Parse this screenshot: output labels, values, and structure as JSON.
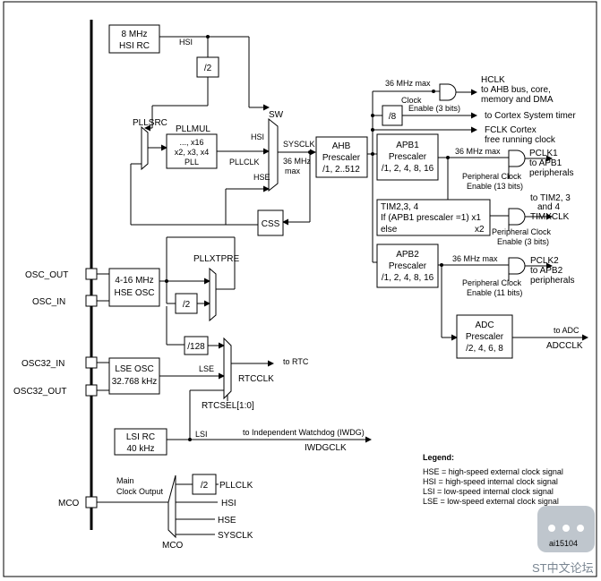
{
  "sources": {
    "hsi_rc": [
      "8 MHz",
      "HSI RC"
    ],
    "hse_osc": [
      "4-16 MHz",
      "HSE OSC"
    ],
    "lse_osc": [
      "LSE OSC",
      "32.768 kHz"
    ],
    "lsi_rc": [
      "LSI RC",
      "40 kHz"
    ]
  },
  "pins": {
    "osc_out": "OSC_OUT",
    "osc_in": "OSC_IN",
    "osc32_in": "OSC32_IN",
    "osc32_out": "OSC32_OUT",
    "mco": "MCO"
  },
  "blocks": {
    "div2_hsi": "/2",
    "div2_hse": "/2",
    "div128": "/128",
    "div8": "/8",
    "pllmul": [
      "..., x16",
      "x2, x3, x4",
      "PLL"
    ],
    "css": "CSS",
    "ahb": [
      "AHB",
      "Prescaler",
      "/1, 2..512"
    ],
    "apb1": [
      "APB1",
      "Prescaler",
      "/1, 2, 4, 8, 16"
    ],
    "apb2": [
      "APB2",
      "Prescaler",
      "/1, 2, 4, 8, 16"
    ],
    "tim": [
      "TIM2,3, 4",
      "If (APB1 prescaler =1) x1",
      "else",
      "x2"
    ],
    "adc": [
      "ADC",
      "Prescaler",
      "/2, 4, 6, 8"
    ],
    "mco_div2": "/2"
  },
  "labels": {
    "hsi": "HSI",
    "pllsrc": "PLLSRC",
    "pllmul": "PLLMUL",
    "sw": "SW",
    "sw_hsi": "HSI",
    "pllclk": "PLLCLK",
    "sw_hse": "HSE",
    "sysclk": "SYSCLK",
    "max36": [
      "36 MHz",
      "max"
    ],
    "pllxtpre": "PLLXTPRE",
    "lse": "LSE",
    "rtcsel": "RTCSEL[1:0]",
    "rtcclk": "RTCCLK",
    "lsi": "LSI",
    "iwdgclk": "IWDGCLK",
    "main_clock_output": [
      "Main",
      "Clock Output"
    ],
    "mco_mux": "MCO",
    "mco_pllclk": "PLLCLK",
    "mco_hsi": "HSI",
    "mco_hse": "HSE",
    "mco_sysclk": "SYSCLK"
  },
  "outputs": {
    "max36_hclk": "36 MHz max",
    "clock": "Clock",
    "enable3": "Enable (3 bits)",
    "hclk": [
      "HCLK",
      "to AHB bus, core,",
      "memory and DMA"
    ],
    "cortex_timer": "to Cortex System timer",
    "fclk": [
      "FCLK Cortex",
      "free running clock"
    ],
    "max36_pclk1": "36 MHz max",
    "pclk1": [
      "PCLK1",
      "to APB1",
      "peripherals"
    ],
    "periph_enable13": [
      "Peripheral Clock",
      "Enable (13 bits)"
    ],
    "tim2": [
      "to TIM2, 3",
      "and 4"
    ],
    "timxclk": "TIMXCLK",
    "periph_enable3": [
      "Peripheral Clock",
      "Enable (3 bits)"
    ],
    "max36_pclk2": "36 MHz max",
    "pclk2": [
      "PCLK2",
      "to APB2",
      "peripherals"
    ],
    "periph_enable11": [
      "Peripheral Clock",
      "Enable (11 bits)"
    ],
    "to_adc": "to ADC",
    "adcclk": "ADCCLK",
    "to_rtc": "to RTC",
    "to_iwdg": "to Independent Watchdog (IWDG)"
  },
  "legend": {
    "title": "Legend:",
    "lines": [
      "HSE = high-speed external clock signal",
      "HSI = high-speed internal clock signal",
      "LSI = low-speed internal clock signal",
      "LSE = low-speed external clock signal"
    ]
  },
  "watermark": {
    "id": "ai15104",
    "brand": "ST中文论坛"
  }
}
